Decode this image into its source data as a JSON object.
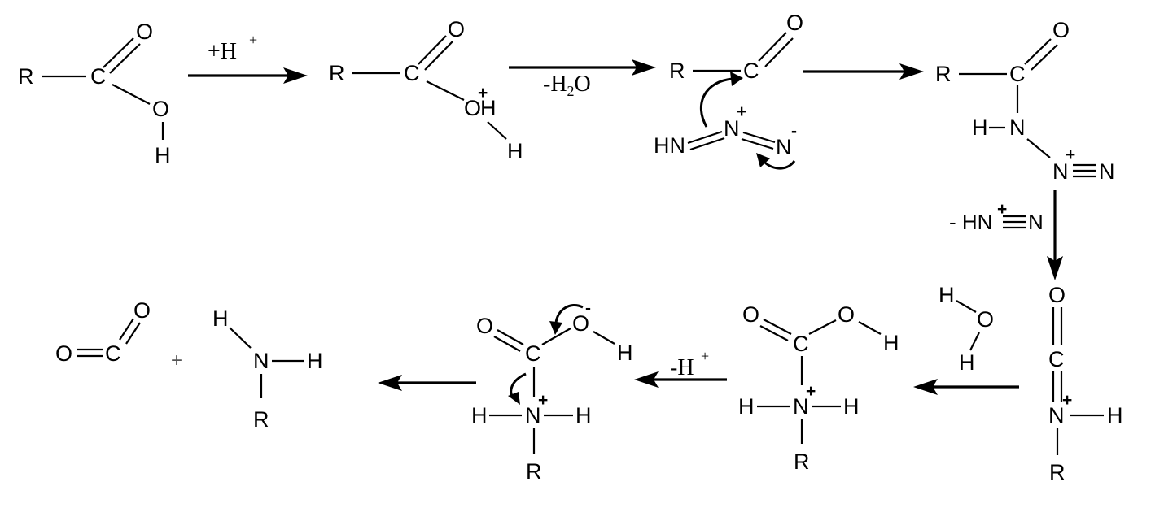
{
  "atoms": {
    "R": "R",
    "C": "C",
    "O": "O",
    "H": "H",
    "N": "N",
    "HN": "HN",
    "plus": "+",
    "minus": "-",
    "sum_plus": "+"
  },
  "labels": {
    "protonation": "+H",
    "protonation_sup": "+",
    "dehydration_a": "-H",
    "dehydration_sub": "2",
    "dehydration_b": "O",
    "nitrogen_loss": "- HN",
    "deprotonation": "-H",
    "deprotonation_sup": "+"
  },
  "steps": [
    "carboxylic acid",
    "protonated acid",
    "acylium ion with hydrazoic acid",
    "acyl azide intermediate",
    "isocyanate",
    "addition of water",
    "carbamic acid",
    "decarboxylation",
    "carbon dioxide and amine"
  ]
}
